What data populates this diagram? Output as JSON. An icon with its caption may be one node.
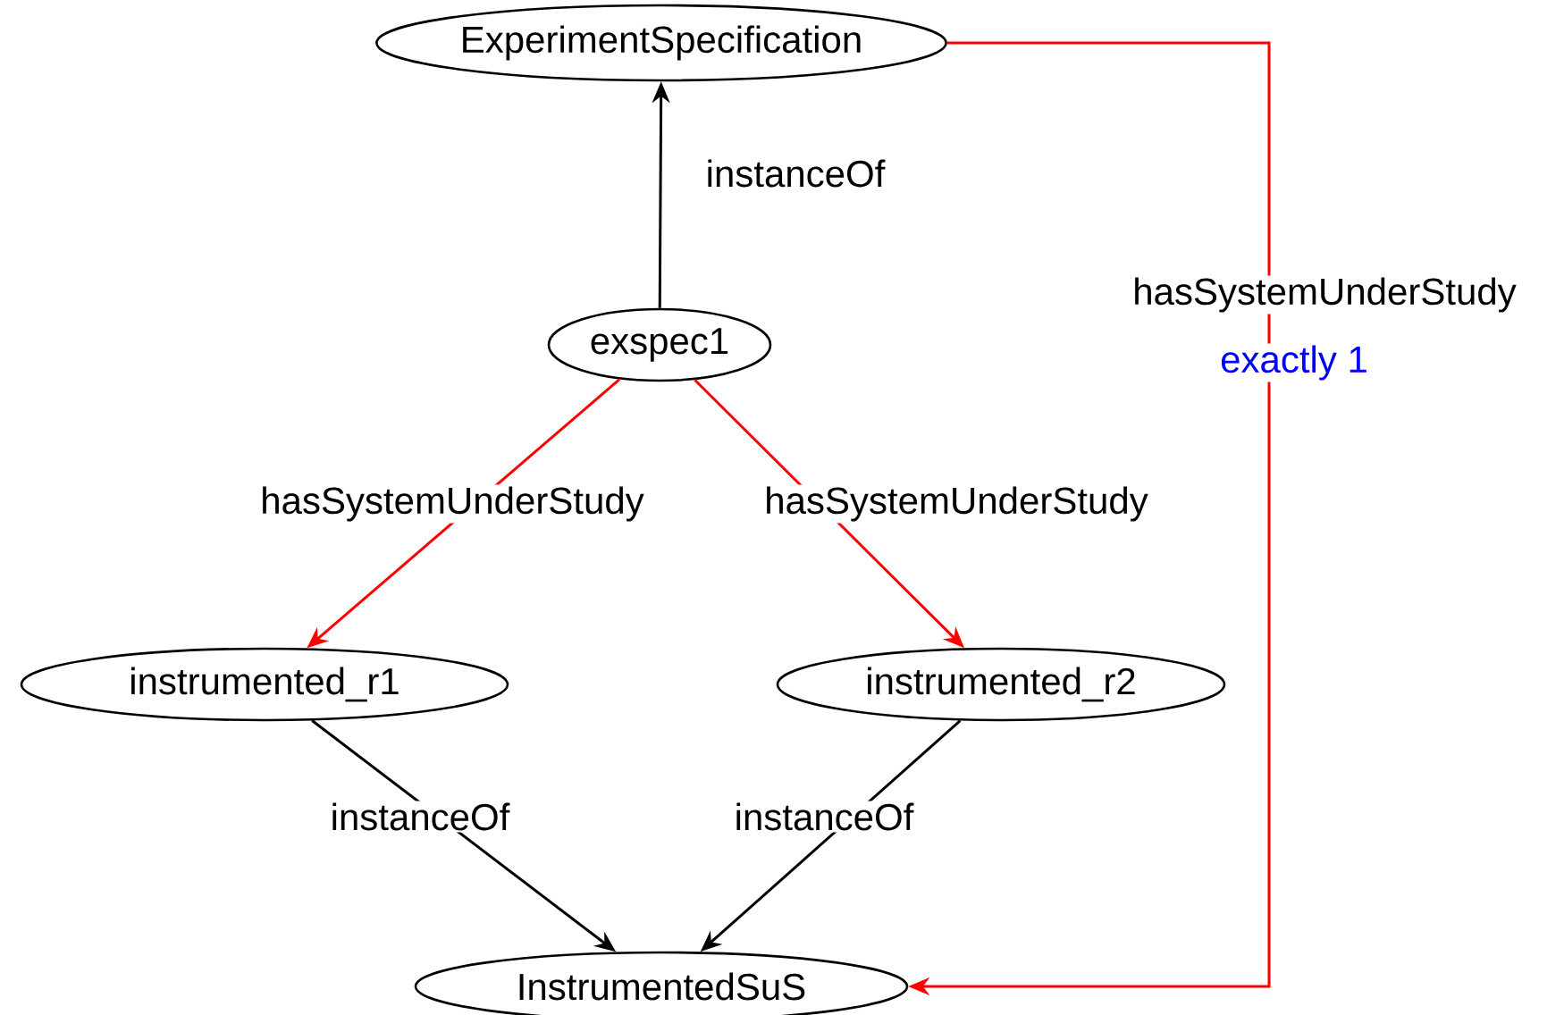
{
  "diagram": {
    "nodes": [
      {
        "text": [
          "ExperimentSpecification"
        ]
      },
      {
        "text": [
          "exspec1"
        ]
      },
      {
        "text": [
          "instrumented_r1"
        ]
      },
      {
        "text": [
          "instrumented_r2"
        ]
      },
      {
        "text": [
          "InstrumentedSuS"
        ]
      }
    ],
    "edges": [
      {
        "from": 1,
        "to": 0,
        "arrow": "to",
        "label": "instanceOf"
      },
      {
        "from": 1,
        "to": 2,
        "arrow": "to",
        "label": "hasSystemUnderStudy",
        "color": "#ff0000"
      },
      {
        "from": 1,
        "to": 3,
        "arrow": "to",
        "label": "hasSystemUnderStudy",
        "color": "#ff0000"
      },
      {
        "from": 2,
        "to": 4,
        "arrow": "to",
        "label": "instanceOf"
      },
      {
        "from": 3,
        "to": 4,
        "arrow": "to",
        "label": "instanceOf"
      },
      {
        "from": 0,
        "to": 4,
        "arrow": "to",
        "label": "hasSystemUnderStudy",
        "color": "#ff0000"
      }
    ],
    "labels": [
      "exactly 1"
    ]
  }
}
